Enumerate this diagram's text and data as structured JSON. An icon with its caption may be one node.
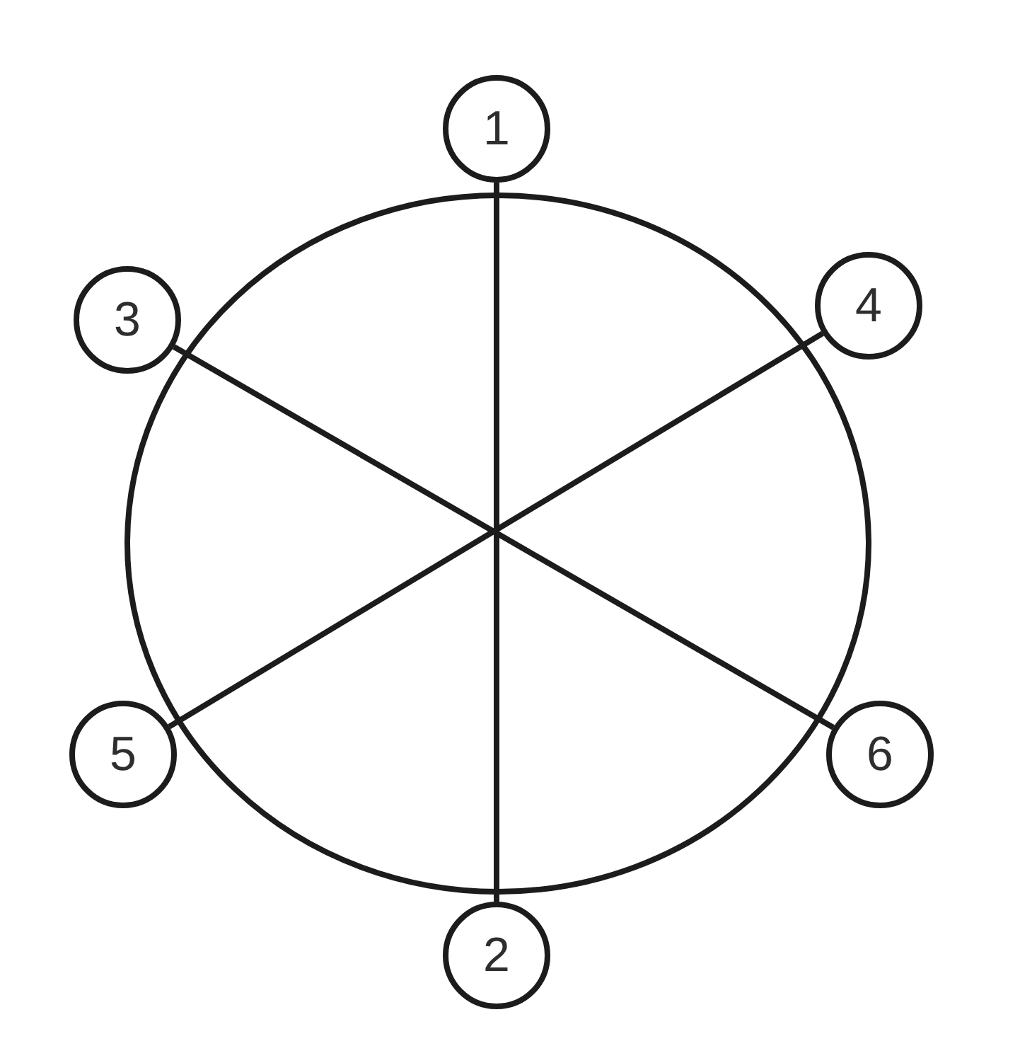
{
  "diagram": {
    "nodes": [
      {
        "text": [
          "1"
        ]
      },
      {
        "text": [
          "3"
        ]
      },
      {
        "text": [
          "4"
        ]
      },
      {
        "text": [
          "5"
        ]
      },
      {
        "text": [
          "6"
        ]
      },
      {
        "text": [
          "2"
        ]
      }
    ],
    "edges": [
      {
        "from": 0,
        "to": 5,
        "arrow": "none"
      },
      {
        "from": 1,
        "to": 4,
        "arrow": "none"
      },
      {
        "from": 2,
        "to": 3,
        "arrow": "none"
      }
    ]
  }
}
